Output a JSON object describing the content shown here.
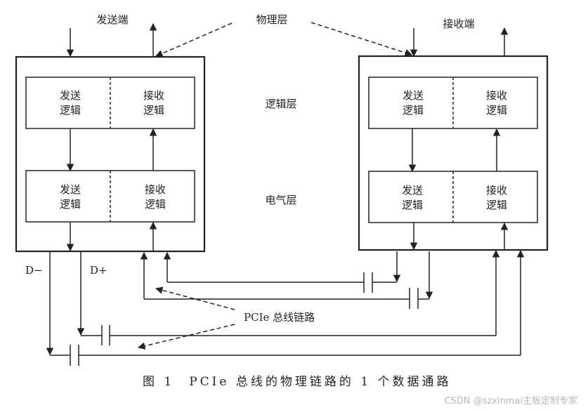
{
  "labels": {
    "sender": "发送端",
    "receiver": "接收端",
    "physical_layer": "物理层",
    "logical_layer": "逻辑层",
    "electrical_layer": "电气层",
    "d_minus": "D−",
    "d_plus": "D+",
    "bus_link": "PCIe 总线链路"
  },
  "blocks": {
    "tx_line1": "发送",
    "tx_line2": "逻辑",
    "rx_line1": "接收",
    "rx_line2": "逻辑"
  },
  "caption": "图 1　PCIe 总线的物理链路的 1 个数据通路",
  "watermark": "CSDN @szxinmai主板定制专家"
}
